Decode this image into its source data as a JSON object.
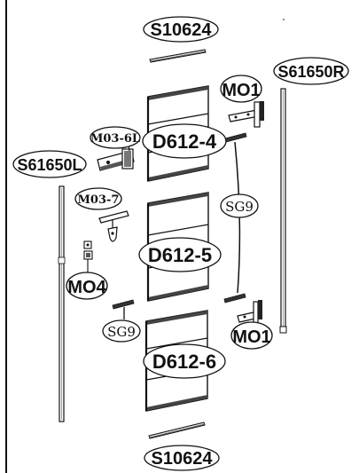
{
  "diagram": {
    "parts": {
      "top_rail": "S10624",
      "bottom_rail": "S10624",
      "right_post": "S61650R",
      "left_post": "S61650L",
      "hinge_top": "MO1",
      "hinge_bottom": "MO1",
      "latch": "M03-6L",
      "handle": "M03-7",
      "stop_block": "MO4",
      "strap_upper": "SG9",
      "strap_lower": "SG9",
      "panel_top": "D612-4",
      "panel_middle": "D612-5",
      "panel_bottom": "D612-6"
    }
  }
}
